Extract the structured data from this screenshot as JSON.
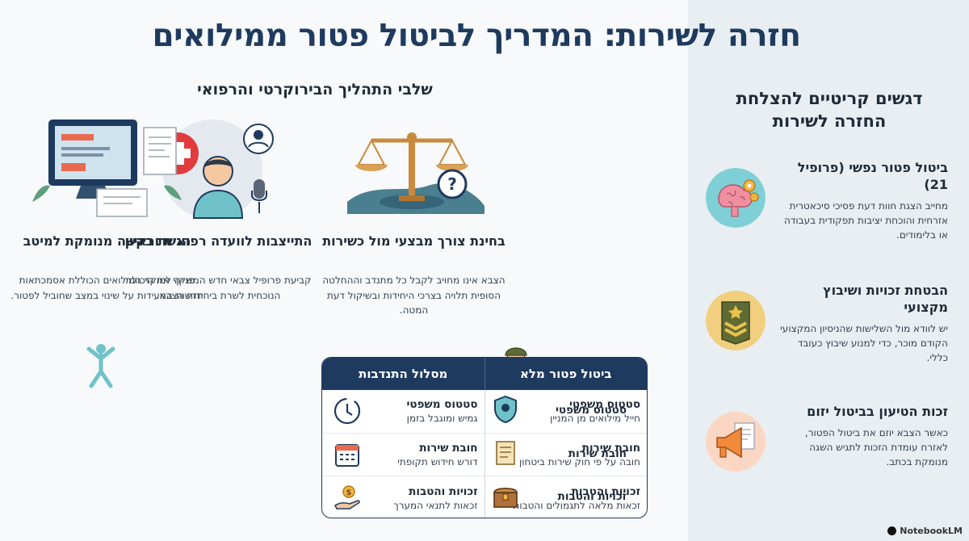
{
  "title": "חזרה לשירות: המדריך לביטול פטור ממילואים",
  "section_title": "שלבי התהליך הבירוקרטי והרפואי",
  "steps": [
    {
      "title": "בחינת צורך מבצעי מול כשירות",
      "desc": "הצבא אינו מחויב לקבל כל מתנדב וההחלטה הסופית תלויה בצרכי היחידות ובשיקול דעת המטה.",
      "icon": "scales-icon"
    },
    {
      "title": "התייצבות לוועדה רפואית וראיון",
      "desc": "קביעת פרופיל צבאי חדש המשקף את היכולת הנוכחית לשרת ביחידות הצבא.",
      "icon": "doctor-icon"
    },
    {
      "title": "הגשת בקשה מנומקת למיטב",
      "desc": "פנייה למוקד המילואים הכוללת אסמכתאות חדשות המעידות על שינוי במצב שחוביל לפטור.",
      "icon": "computer-icon"
    }
  ],
  "sidebar": {
    "title": "דגשים קריטיים להצלחת החזרה לשירות",
    "tips": [
      {
        "title": "ביטול פטור נפשי (פרופיל 21)",
        "desc": "מחייב הצגת חוות דעת פסיכי סיכאטרית אזרחית והוכחת יציבות תפקודית בעבודה או בלימודים.",
        "icon": "brain-gear-icon"
      },
      {
        "title": "הבטחת זכויות ושיבוץ מקצועי",
        "desc": "יש לוודא מול השלישות שהניסיון המקצועי הקודם מוכר, כדי למנוע שיבוץ כעובד כללי.",
        "icon": "rank-insignia-icon"
      },
      {
        "title": "זכות הטיעון בביטול יזום",
        "desc": "כאשר הצבא יוזם את ביטול הפטור, לאזרח עומדת הזכות לתגיש השגה מנומקת בכתב.",
        "icon": "megaphone-icon"
      }
    ]
  },
  "table": {
    "headers": [
      "ביטול פטור מלא",
      "מסלול התנדבות"
    ],
    "row_labels": [
      "סטטוס משפטי",
      "חובת שירות",
      "זכויות והטבות"
    ],
    "full": [
      {
        "title": "סטטוס משפטי",
        "value": "חייל מילואים מן המניין",
        "icon": "shield-icon"
      },
      {
        "title": "חובת שירות",
        "value": "חובה על פי חוק שירות ביטחון",
        "icon": "scroll-icon"
      },
      {
        "title": "זכויות והטבות",
        "value": "זכאות מלאה לתגמולים והטבות",
        "icon": "treasure-chest-icon"
      }
    ],
    "volunteer": [
      {
        "title": "סטטוס משפטי",
        "value": "גמיש ומוגבל בזמן",
        "icon": "clock-cycle-icon"
      },
      {
        "title": "חובת שירות",
        "value": "דורש חידוש תקופתי",
        "icon": "calendar-icon"
      },
      {
        "title": "זכויות והטבות",
        "value": "זכאות לתנאי המערך",
        "icon": "hand-coin-icon"
      }
    ]
  },
  "brand": "NotebookLM",
  "colors": {
    "navy": "#1e3a5f",
    "accent_red": "#e23b3b",
    "teal": "#6fc3c8",
    "orange": "#f08a3c"
  }
}
